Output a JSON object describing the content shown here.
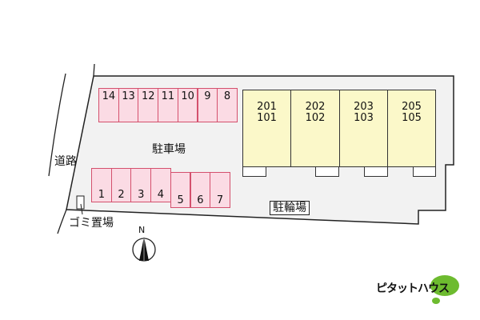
{
  "labels": {
    "parking": "駐車場",
    "road": "道路",
    "bicycle_parking": "駐輪場",
    "garbage": "ゴミ置場",
    "north": "N"
  },
  "parking_top": [
    "14",
    "13",
    "12",
    "11",
    "10",
    "9",
    "8"
  ],
  "parking_bottom": [
    "1",
    "2",
    "3",
    "4",
    "5",
    "6",
    "7"
  ],
  "units": [
    {
      "upper": "201",
      "lower": "101"
    },
    {
      "upper": "202",
      "lower": "102"
    },
    {
      "upper": "203",
      "lower": "103"
    },
    {
      "upper": "205",
      "lower": "105"
    }
  ],
  "logo": {
    "text": "ピタットハウス",
    "color": "#6dbb2f"
  },
  "colors": {
    "parking": "#fbdbe4",
    "building": "#fbf8c9",
    "lot": "#f2f2f2"
  }
}
